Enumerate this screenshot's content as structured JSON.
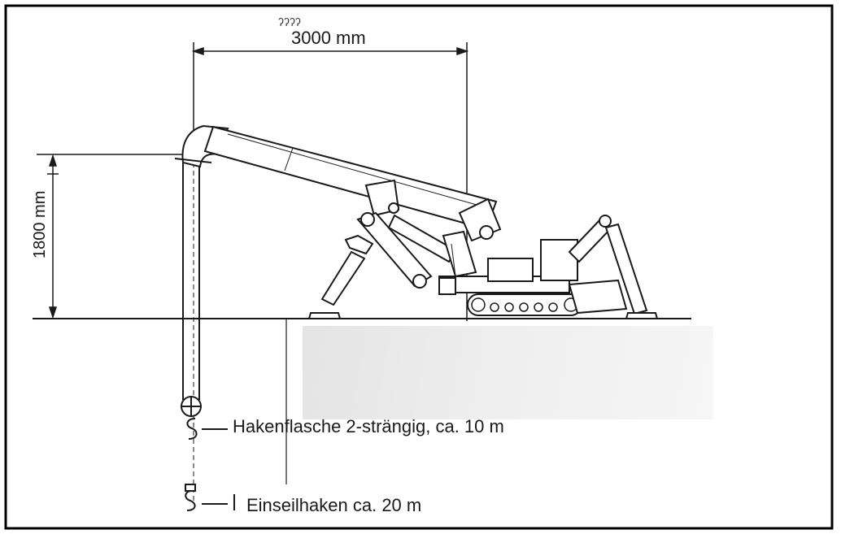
{
  "diagram": {
    "dimension_width": "3000 mm",
    "dimension_height": "1800 mm",
    "overlap_glyph": "ˀˀˀˀ",
    "hook_two_strand": "Hakenflasche 2-strängig, ca. 10 m",
    "hook_single": "Einseilhaken ca. 20 m"
  },
  "colors": {
    "line": "#1a1a1a",
    "frame": "#000000",
    "background": "#ffffff",
    "patch": "#e8e8e8"
  }
}
